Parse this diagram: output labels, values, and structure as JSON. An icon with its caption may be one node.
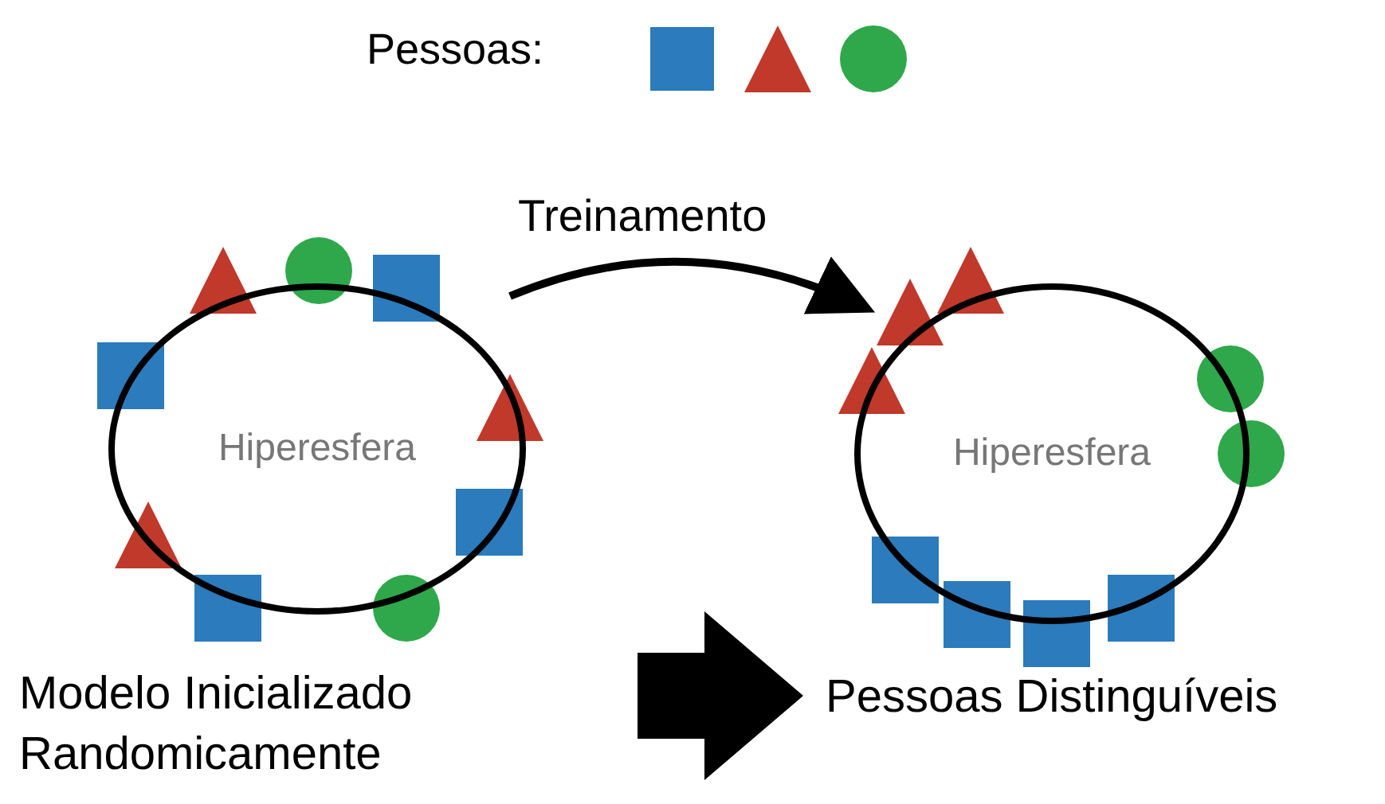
{
  "diagram": {
    "nodes": [
      {
        "text": [
          "Hiperesfera"
        ]
      },
      {
        "text": [
          "Hiperesfera"
        ]
      }
    ],
    "edges": [
      {
        "from": 0,
        "to": 1,
        "arrow": "to",
        "label": "Treinamento"
      }
    ],
    "labels": [
      "Pessoas:",
      "Modelo Inicializado Randomicamente",
      "Pessoas Distinguíveis"
    ]
  }
}
